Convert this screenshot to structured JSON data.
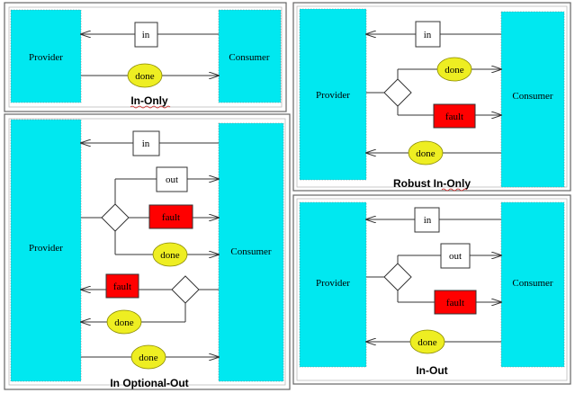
{
  "labels": {
    "provider": "Provider",
    "consumer": "Consumer",
    "in": "in",
    "out": "out",
    "done": "done",
    "fault": "fault"
  },
  "captions": {
    "in_only": "In-Only",
    "robust_in_only": "Robust In-Only",
    "in_optional_out": "In Optional-Out",
    "in_out": "In-Out"
  },
  "colors": {
    "participant": "#00e8f0",
    "done_ellipse": "#eeee22",
    "fault_box": "#ff0000"
  }
}
